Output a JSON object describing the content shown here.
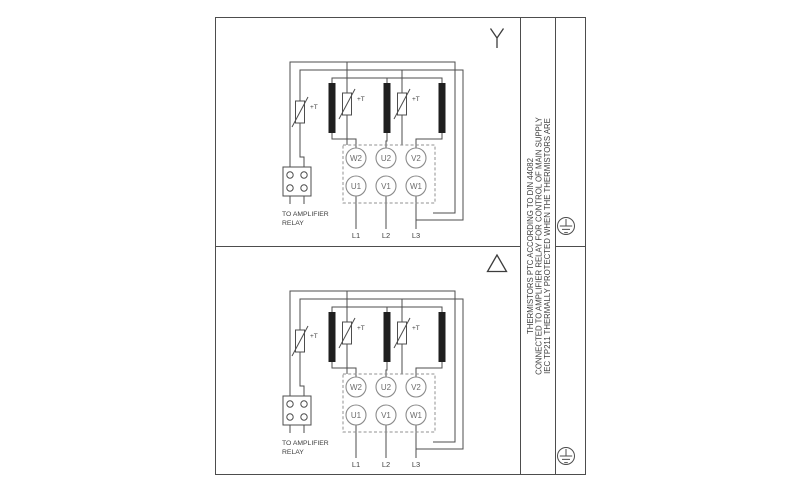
{
  "page": {
    "background": "#ffffff"
  },
  "frame": {
    "note_lines": [
      "IEC TP211 THERMALLY PROTECTED WHEN THE THERMISTORS ARE",
      "CONNECTED TO AMPLIFIER RELAY FOR CONTROL OF MAIN SUPPLY",
      "THERMISTORS PTC ACCORDING TO DIN 44082"
    ]
  },
  "sections": [
    {
      "name": "star-connection",
      "symbol": "star",
      "terminals_top": [
        "W2",
        "U2",
        "V2"
      ],
      "terminals_bottom": [
        "U1",
        "V1",
        "W1"
      ],
      "supply_labels": [
        "L1",
        "L2",
        "L3"
      ],
      "thermistor_labels": [
        "+T",
        "+T",
        "+T"
      ],
      "relay_label": [
        "TO AMPLIFIER",
        "RELAY"
      ]
    },
    {
      "name": "delta-connection",
      "symbol": "delta",
      "terminals_top": [
        "W2",
        "U2",
        "V2"
      ],
      "terminals_bottom": [
        "U1",
        "V1",
        "W1"
      ],
      "supply_labels": [
        "L1",
        "L2",
        "L3"
      ],
      "thermistor_labels": [
        "+T",
        "+T",
        "+T"
      ],
      "relay_label": [
        "TO AMPLIFIER",
        "RELAY"
      ]
    }
  ],
  "icons": {
    "earth_ground": "earth-ground-icon",
    "star": "star-connection-icon",
    "delta": "delta-connection-icon"
  },
  "colors": {
    "wire": "#4d4d4d",
    "winding_fill": "#1f1f1f",
    "terminal_stroke": "#8c8c8c",
    "terminal_text": "#6b6b6b",
    "label_text": "#3f3f3f",
    "background": "#ffffff"
  }
}
